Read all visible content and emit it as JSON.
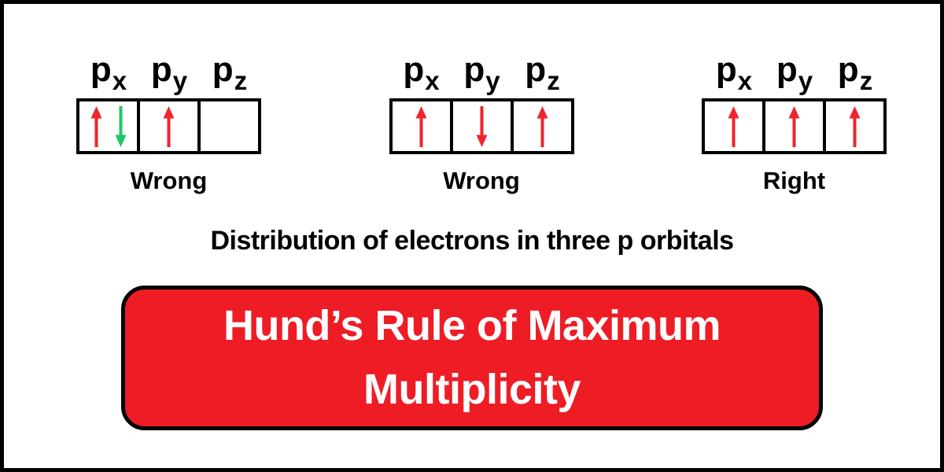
{
  "caption": "Distribution of electrons in three p orbitals",
  "banner": {
    "line1": "Hund’s Rule of Maximum",
    "line2": "Multiplicity",
    "background": "#ee1c25",
    "border_color": "#000000",
    "text_color": "#ffffff"
  },
  "colors": {
    "arrow_red": "#f1232b",
    "arrow_green": "#1ec768",
    "box_border": "#000000",
    "frame_border": "#000000",
    "background": "#ffffff"
  },
  "groups": [
    {
      "name": "left",
      "verdict": "Wrong",
      "orbitals": [
        {
          "base": "p",
          "sub": "x",
          "arrows": [
            {
              "dir": "up",
              "color": "#f1232b"
            },
            {
              "dir": "down",
              "color": "#1ec768"
            }
          ]
        },
        {
          "base": "p",
          "sub": "y",
          "arrows": [
            {
              "dir": "up",
              "color": "#f1232b"
            }
          ]
        },
        {
          "base": "p",
          "sub": "z",
          "arrows": []
        }
      ]
    },
    {
      "name": "middle",
      "verdict": "Wrong",
      "orbitals": [
        {
          "base": "p",
          "sub": "x",
          "arrows": [
            {
              "dir": "up",
              "color": "#f1232b"
            }
          ]
        },
        {
          "base": "p",
          "sub": "y",
          "arrows": [
            {
              "dir": "down",
              "color": "#f1232b"
            }
          ]
        },
        {
          "base": "p",
          "sub": "z",
          "arrows": [
            {
              "dir": "up",
              "color": "#f1232b"
            }
          ]
        }
      ]
    },
    {
      "name": "right",
      "verdict": "Right",
      "orbitals": [
        {
          "base": "p",
          "sub": "x",
          "arrows": [
            {
              "dir": "up",
              "color": "#f1232b"
            }
          ]
        },
        {
          "base": "p",
          "sub": "y",
          "arrows": [
            {
              "dir": "up",
              "color": "#f1232b"
            }
          ]
        },
        {
          "base": "p",
          "sub": "z",
          "arrows": [
            {
              "dir": "up",
              "color": "#f1232b"
            }
          ]
        }
      ]
    }
  ]
}
